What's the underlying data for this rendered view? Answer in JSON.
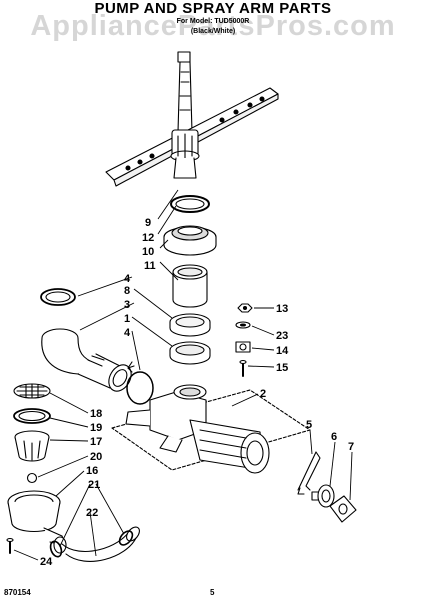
{
  "header": {
    "title": "PUMP AND SPRAY ARM PARTS",
    "model_line": "For Model: TUD5000R",
    "color_line": "(Black/White)"
  },
  "watermark": "AppliancePartsPros.com",
  "footer": {
    "code": "870154",
    "page": "5"
  },
  "callouts": {
    "c1": "1",
    "c2": "2",
    "c3": "3",
    "c4a": "4",
    "c4b": "4",
    "c5": "5",
    "c6": "6",
    "c7": "7",
    "c8": "8",
    "c9": "9",
    "c10": "10",
    "c11": "11",
    "c12": "12",
    "c13": "13",
    "c14": "14",
    "c15": "15",
    "c16": "16",
    "c17": "17",
    "c18": "18",
    "c19": "19",
    "c20": "20",
    "c21": "21",
    "c22": "22",
    "c23": "23",
    "c24": "24"
  }
}
